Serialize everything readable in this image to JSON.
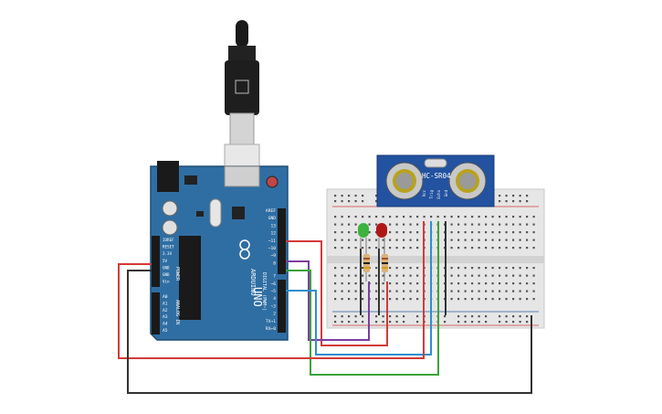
{
  "arduino": {
    "brand": "ARDUINO",
    "model": "UNO",
    "section_digital": "DIGITAL (PWM~)",
    "section_power": "POWER",
    "section_analog": "ANALOG IN",
    "pins_right": [
      "AREF",
      "GND",
      "13",
      "12",
      "~11",
      "~10",
      "~9",
      "8",
      "7",
      "~6",
      "~5",
      "4",
      "~3",
      "2",
      "TX→1",
      "RX←0"
    ],
    "pins_power": [
      "IOREF",
      "RESET",
      "3.3V",
      "5V",
      "GND",
      "GND",
      "Vin"
    ],
    "pins_analog": [
      "A0",
      "A1",
      "A2",
      "A3",
      "A4",
      "A5"
    ]
  },
  "sensor": {
    "name": "HC-SR04",
    "pins": [
      "Vcc",
      "Trig",
      "Echo",
      "Gnd"
    ]
  },
  "colors": {
    "board": "#2f6ea3",
    "breadboard": "#e6e6e6",
    "wire_red": "#d33a3a",
    "wire_purple": "#7b3fa0",
    "wire_green": "#3aa33a",
    "wire_blue": "#2d8fcf",
    "wire_black": "#333333",
    "led_green": "#3cb33c",
    "led_red": "#b01818"
  },
  "icons": [
    "usb-cable-icon",
    "arduino-logo-icon",
    "led-icon",
    "resistor-icon",
    "ultrasonic-sensor-icon"
  ]
}
